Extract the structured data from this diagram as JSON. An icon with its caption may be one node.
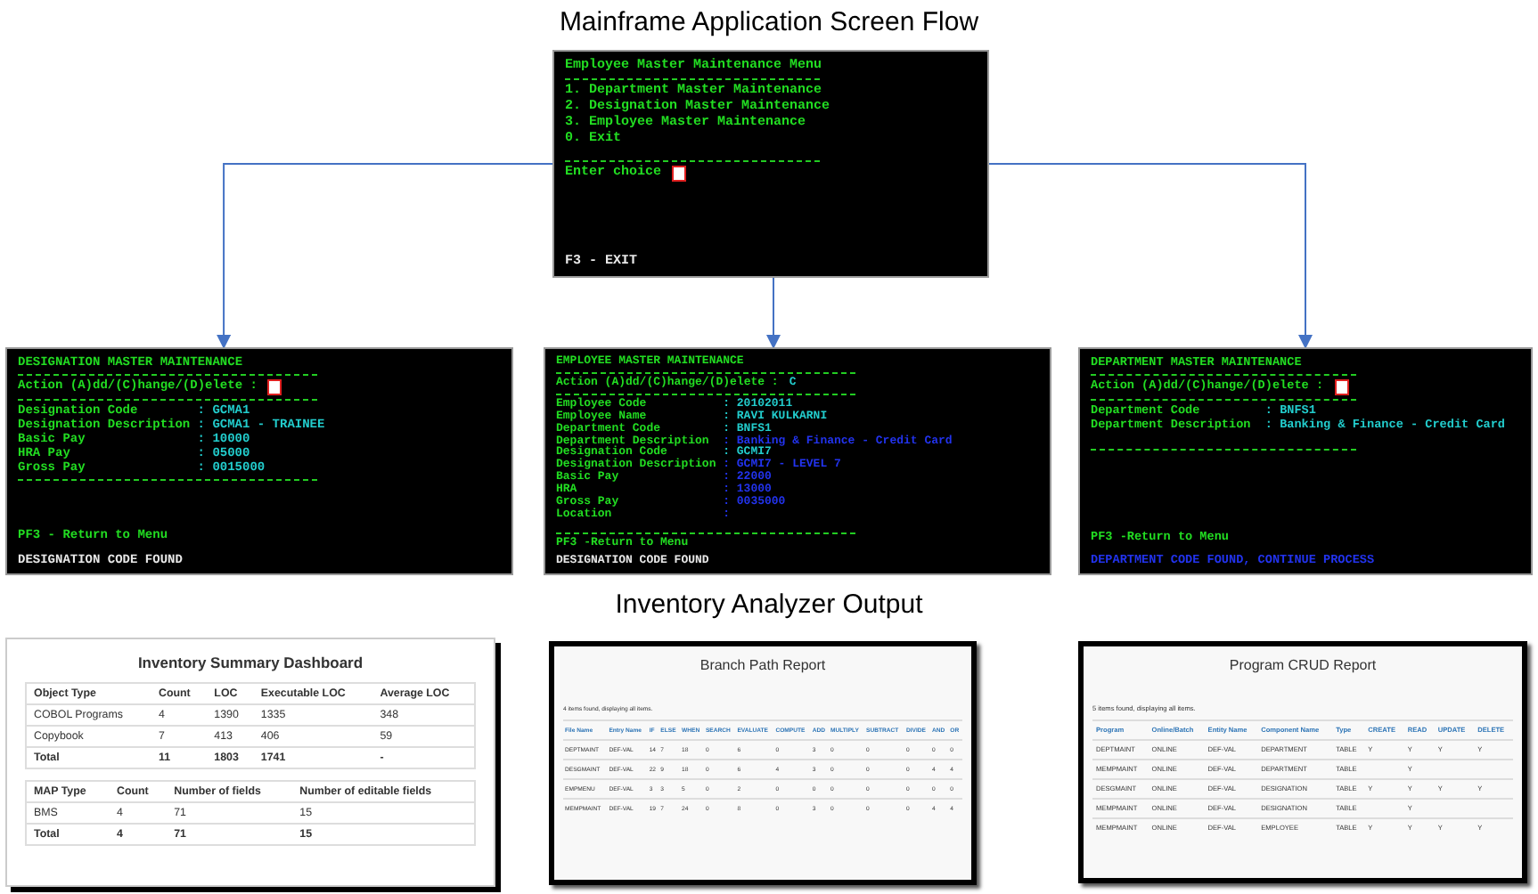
{
  "diagram": {
    "title": "Mainframe Application Screen Flow",
    "nodes": [
      {
        "text": [
          "Employee Master Maintenance Menu",
          "1. Department Master Maintenance",
          "2. Designation Master Maintenance",
          "3. Employee Master Maintenance",
          "0. Exit",
          "Enter choice",
          "F3 - EXIT"
        ]
      },
      {
        "text": [
          "DESIGNATION MASTER MAINTENANCE",
          "Action (A)dd/(C)hange/(D)elete :",
          "Designation Code",
          ": GCMA1",
          "Designation Description",
          ": GCMA1 - TRAINEE",
          "Basic Pay",
          ": 10000",
          "HRA Pay",
          ": 05000",
          "Gross Pay",
          ": 0015000",
          "PF3 - Return to Menu",
          "DESIGNATION CODE FOUND"
        ]
      },
      {
        "text": [
          "EMPLOYEE MASTER MAINTENANCE",
          "Action (A)dd/(C)hange/(D)elete :",
          "C",
          "Employee Code",
          ": 20102011",
          "Employee Name",
          ": RAVI KULKARNI",
          "Department Code",
          ": BNFS1",
          "Department Description",
          ": Banking & Finance - Credit Card",
          "Designation Code",
          ": GCMI7",
          "Designation Description",
          ": GCMI7 - LEVEL 7",
          "Basic Pay",
          ": 22000",
          "HRA",
          ": 13000",
          "Gross Pay",
          ": 0035000",
          "Location",
          ":",
          "PF3 -Return to Menu",
          "DESIGNATION CODE FOUND"
        ]
      },
      {
        "text": [
          "DEPARTMENT MASTER MAINTENANCE",
          "Action (A)dd/(C)hange/(D)elete :",
          "Department Code",
          ": BNFS1",
          "Department Description",
          ": Banking & Finance - Credit Card",
          "PF3 -Return to Menu",
          "DEPARTMENT CODE FOUND, CONTINUE PROCESS"
        ]
      },
      {
        "text": [
          "Inventory Summary Dashboard",
          "Object Type",
          "Count",
          "LOC",
          "Executable LOC",
          "Average LOC",
          "COBOL Programs",
          "4",
          "1390",
          "1335",
          "348",
          "Copybook",
          "7",
          "413",
          "406",
          "59",
          "Total",
          "11",
          "1803",
          "1741",
          "-",
          "MAP Type",
          "Count",
          "Number of fields",
          "Number of editable fields",
          "BMS",
          "4",
          "71",
          "15",
          "Total",
          "4",
          "71",
          "15"
        ]
      },
      {
        "text": [
          "Branch Path Report",
          "4 items found, displaying all items.",
          "File Name",
          "Entry Name",
          "IF",
          "ELSE",
          "WHEN",
          "SEARCH",
          "EVALUATE",
          "COMPUTE",
          "ADD",
          "MULTIPLY",
          "SUBTRACT",
          "DIVIDE",
          "AND",
          "OR",
          "DEPTMAINT",
          "DEF-VAL",
          "14",
          "7",
          "18",
          "0",
          "6",
          "0",
          "3",
          "0",
          "0",
          "0",
          "0",
          "0",
          "DESGMAINT",
          "DEF-VAL",
          "22",
          "9",
          "18",
          "0",
          "6",
          "4",
          "3",
          "0",
          "0",
          "0",
          "4",
          "4",
          "EMPMENU",
          "DEF-VAL",
          "3",
          "3",
          "5",
          "0",
          "2",
          "0",
          "0",
          "0",
          "0",
          "0",
          "0",
          "0",
          "MEMPMAINT",
          "DEF-VAL",
          "19",
          "7",
          "24",
          "0",
          "8",
          "0",
          "3",
          "0",
          "0",
          "0",
          "4",
          "4"
        ]
      },
      {
        "text": [
          "Program CRUD Report",
          "5 items found, displaying all items.",
          "Program",
          "Online/Batch",
          "Entity Name",
          "Component Name",
          "Type",
          "CREATE",
          "READ",
          "UPDATE",
          "DELETE",
          "DEPTMAINT",
          "ONLINE",
          "DEF-VAL",
          "DEPARTMENT",
          "TABLE",
          "Y",
          "Y",
          "Y",
          "Y",
          "MEMPMAINT",
          "ONLINE",
          "DEF-VAL",
          "DEPARTMENT",
          "TABLE",
          "Y",
          "DESGMAINT",
          "ONLINE",
          "DEF-VAL",
          "DESIGNATION",
          "TABLE",
          "Y",
          "Y",
          "Y",
          "Y",
          "MEMPMAINT",
          "ONLINE",
          "DEF-VAL",
          "DESIGNATION",
          "TABLE",
          "Y",
          "MEMPMAINT",
          "ONLINE",
          "DEF-VAL",
          "EMPLOYEE",
          "TABLE",
          "Y",
          "Y",
          "Y",
          "Y"
        ]
      }
    ],
    "edges": [
      {
        "from": 0,
        "to": 1,
        "arrow": "to"
      },
      {
        "from": 0,
        "to": 2,
        "arrow": "to"
      },
      {
        "from": 0,
        "to": 3,
        "arrow": "to"
      }
    ],
    "labels": [
      "Inventory Analyzer Output"
    ]
  }
}
